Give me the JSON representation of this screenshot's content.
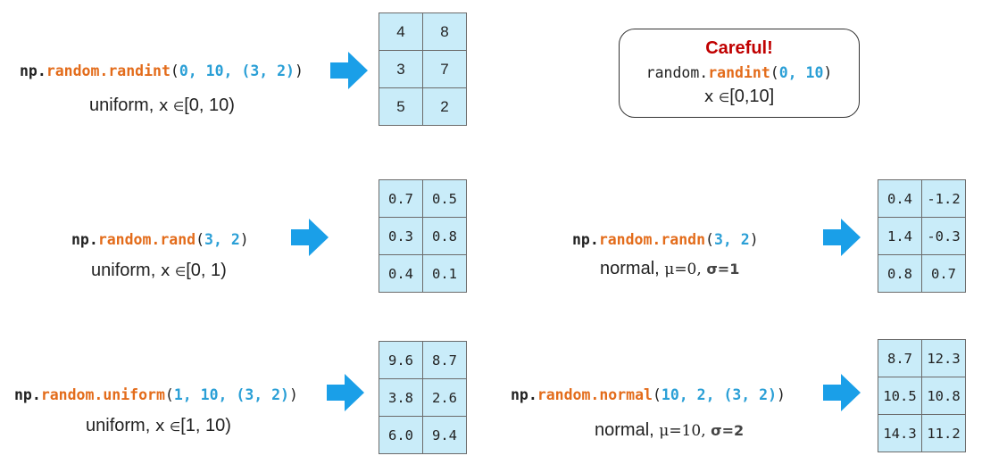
{
  "blocks": [
    {
      "call": {
        "module": "np.",
        "random": "random.",
        "fn": "randint",
        "open": "(",
        "args": "0, 10, (3, 2)",
        "close": ")"
      },
      "desc": {
        "dist": "uniform,",
        "var": "x",
        "elem": "∈",
        "range": "[0, 10)"
      },
      "matrix": [
        [
          "4",
          "8"
        ],
        [
          "3",
          "7"
        ],
        [
          "5",
          "2"
        ]
      ]
    },
    {
      "call": {
        "module": "np.",
        "random": "random.",
        "fn": "rand",
        "open": "(",
        "args": "3, 2",
        "close": ")"
      },
      "desc": {
        "dist": "uniform,",
        "var": "x",
        "elem": "∈",
        "range": "[0, 1)"
      },
      "matrix": [
        [
          "0.7",
          "0.5"
        ],
        [
          "0.3",
          "0.8"
        ],
        [
          "0.4",
          "0.1"
        ]
      ]
    },
    {
      "call": {
        "module": "np.",
        "random": "random.",
        "fn": "randn",
        "open": "(",
        "args": "3, 2",
        "close": ")"
      },
      "desc": {
        "dist": "normal,",
        "mu": "μ=0,",
        "sigma": "σ=1"
      },
      "matrix": [
        [
          "0.4",
          "-1.2"
        ],
        [
          "1.4",
          "-0.3"
        ],
        [
          "0.8",
          "0.7"
        ]
      ]
    },
    {
      "call": {
        "module": "np.",
        "random": "random.",
        "fn": "uniform",
        "open": "(",
        "args": "1, 10, (3, 2)",
        "close": ")"
      },
      "desc": {
        "dist": "uniform,",
        "var": "x",
        "elem": "∈",
        "range": "[1, 10)"
      },
      "matrix": [
        [
          "9.6",
          "8.7"
        ],
        [
          "3.8",
          "2.6"
        ],
        [
          "6.0",
          "9.4"
        ]
      ]
    },
    {
      "call": {
        "module": "np.",
        "random": "random.",
        "fn": "normal",
        "open": "(",
        "args": "10, 2, (3, 2)",
        "close": ")"
      },
      "desc": {
        "dist": "normal,",
        "mu": "μ=10,",
        "sigma": "σ=2"
      },
      "matrix": [
        [
          "8.7",
          "12.3"
        ],
        [
          "10.5",
          "10.8"
        ],
        [
          "14.3",
          "11.2"
        ]
      ]
    }
  ],
  "careful": {
    "title": "Careful!",
    "module": "random.",
    "fn": "randint",
    "open": "(",
    "args": "0, 10",
    "close": ")",
    "var": "x",
    "elem": "∈",
    "range": "[0,10]"
  },
  "colors": {
    "arrow": "#1a9fe8",
    "cell": "#c9ecf9",
    "fn": "#e36c1b",
    "num": "#2a9fd6",
    "warning": "#c00000"
  },
  "icons": {
    "arrow": "right-arrow-icon"
  }
}
